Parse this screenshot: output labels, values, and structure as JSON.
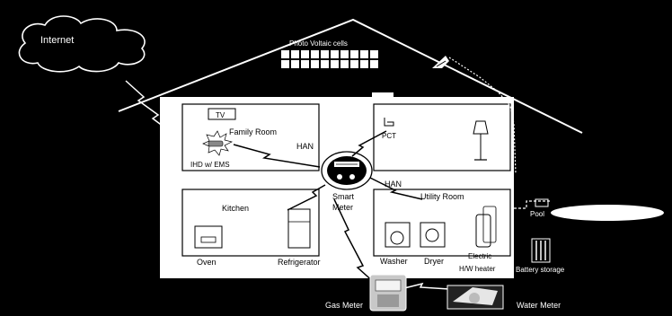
{
  "labels": {
    "internet": "Internet",
    "pv": "Photo Voltaic cells",
    "tv": "TV",
    "family_room": "Family Room",
    "ihd": "IHD w/ EMS",
    "han_left": "HAN",
    "han_right": "HAN",
    "pct": "PCT",
    "smart_meter_line1": "Smart",
    "smart_meter_line2": "Meter",
    "kitchen": "Kitchen",
    "oven": "Oven",
    "refrigerator": "Refrigerator",
    "utility_room": "Utility Room",
    "washer": "Washer",
    "dryer": "Dryer",
    "electric_line1": "Electric",
    "electric_line2": "H/W heater",
    "pool": "Pool",
    "battery": "Battery storage",
    "gas_meter": "Gas Meter",
    "water_meter": "Water Meter"
  }
}
